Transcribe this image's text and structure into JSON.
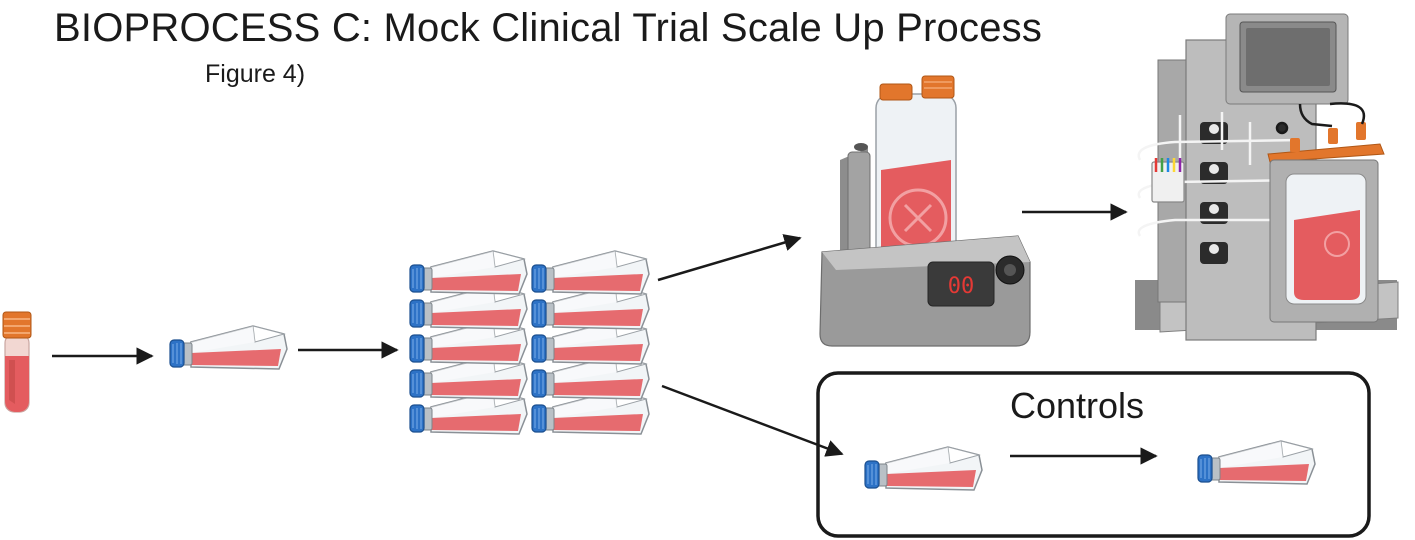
{
  "title": "BIOPROCESS C: Mock Clinical Trial Scale Up Process",
  "subtitle": "Figure 4)",
  "controls_label": "Controls",
  "colors": {
    "media": "#e45c5f",
    "cap": "#2d72c6",
    "orange": "#e2762c",
    "arrow": "#1a1a1a",
    "machine": "#a3a3a3",
    "display": "#e53935"
  },
  "spinner_display": "00"
}
